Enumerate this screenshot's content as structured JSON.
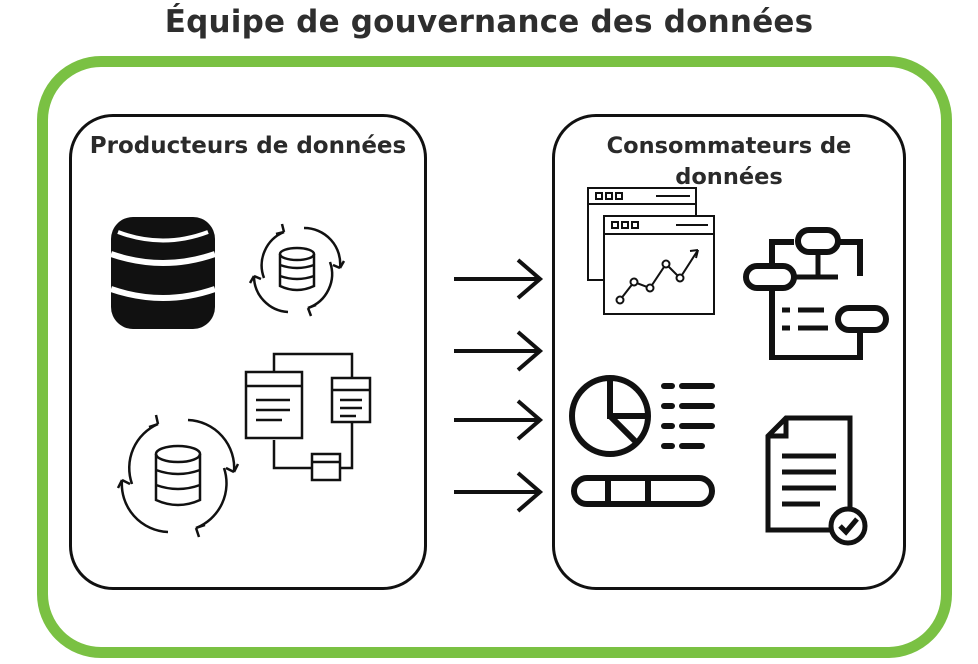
{
  "title": "Équipe de gouvernance des données",
  "producers": {
    "title": "Producteurs de données"
  },
  "consumers": {
    "title": "Consommateurs de données"
  },
  "colors": {
    "outer_border": "#7ac143",
    "ink": "#111111",
    "text": "#2e2e2e"
  },
  "icons": {
    "producers": [
      "database-icon",
      "database-sync-icon",
      "flowchart-icon",
      "database-sync-large-icon"
    ],
    "consumers": [
      "dashboard-line-chart-icon",
      "process-clipboard-icon",
      "report-pie-chart-icon",
      "approved-document-icon"
    ],
    "arrows": [
      "arrow-right-icon",
      "arrow-right-icon",
      "arrow-right-icon",
      "arrow-right-icon"
    ]
  }
}
